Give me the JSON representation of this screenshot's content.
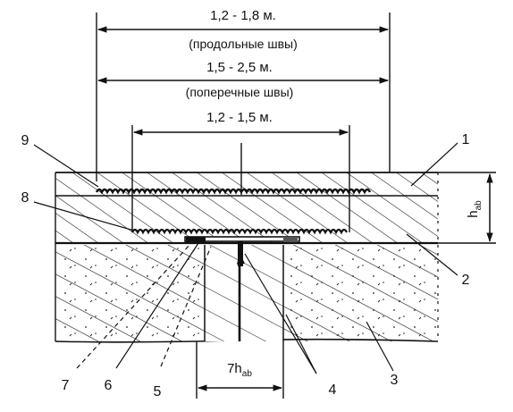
{
  "dimensions": {
    "longitudinal": {
      "value": "1,2 - 1,8 м.",
      "note": "(продольные швы)"
    },
    "transverse": {
      "value": "1,5 - 2,5 м.",
      "note": "(поперечные швы)"
    },
    "mesh": {
      "value": "1,2 - 1,5 м."
    },
    "bottom": {
      "value": "7h",
      "sub": "ab"
    },
    "thickness": {
      "value": "h",
      "sub": "ab"
    }
  },
  "callouts": [
    "1",
    "2",
    "3",
    "4",
    "5",
    "6",
    "7",
    "8",
    "9"
  ]
}
